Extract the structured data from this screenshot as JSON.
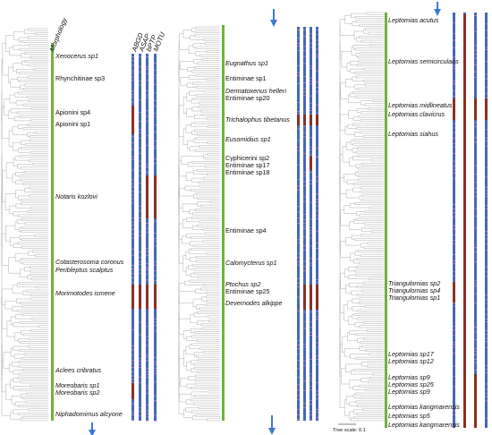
{
  "headers": {
    "morphology": "Morphology",
    "methods": [
      "ABGD",
      "ASAP",
      "bPTP",
      "MOTU"
    ]
  },
  "scale_label": "Tree scale: 0.1",
  "colors": {
    "blue": "#4468b5",
    "brown": "#8b2f22",
    "green": "#6fb33c",
    "pink": "#c784c4",
    "arrow": "#3d78d8",
    "tree": "#9a9a9a"
  },
  "panels": [
    {
      "labels": [
        {
          "text": "Xenocerus sp1",
          "italic": true
        },
        {
          "text": "Rhynchitinae sp3",
          "italic": false
        },
        {
          "text": "Apionini sp4",
          "italic": false
        },
        {
          "text": "Apionini sp1",
          "italic": false
        },
        {
          "text": "Notaris kozlovi",
          "italic": true
        },
        {
          "text": "Cotasterosoma coronus",
          "italic": true
        },
        {
          "text": "Peribleptus scalptus",
          "italic": true
        },
        {
          "text": "Morimotodes ismene",
          "italic": true
        },
        {
          "text": "Aclees cribratus",
          "italic": true
        },
        {
          "text": "Moreobaris sp1",
          "italic": true
        },
        {
          "text": "Moreobaris sp2",
          "italic": true
        },
        {
          "text": "Niphadomimus alcyone",
          "italic": true
        }
      ]
    },
    {
      "labels": [
        {
          "text": "Eugnathus sp1",
          "italic": true
        },
        {
          "text": "Entiminae sp1",
          "italic": false
        },
        {
          "text": "Dermatoxenus helleri",
          "italic": true
        },
        {
          "text": "Entiminae sp20",
          "italic": false
        },
        {
          "text": "Trichalophus tibetanus",
          "italic": true
        },
        {
          "text": "Eusomidius sp1",
          "italic": true
        },
        {
          "text": "Cyphicerini sp2",
          "italic": false
        },
        {
          "text": "Entiminae sp17",
          "italic": false
        },
        {
          "text": "Entiminae sp18",
          "italic": false
        },
        {
          "text": "Entiminae sp4",
          "italic": false
        },
        {
          "text": "Calomycterus sp1",
          "italic": true
        },
        {
          "text": "Ptochus sp2",
          "italic": true
        },
        {
          "text": "Entiminae sp25",
          "italic": false
        },
        {
          "text": "Devernodes alkippe",
          "italic": true
        }
      ]
    },
    {
      "labels": [
        {
          "text": "Leptomias acutus",
          "italic": true
        },
        {
          "text": "Leptomias semicircularis",
          "italic": true
        },
        {
          "text": "Leptomias midlineatus",
          "italic": true
        },
        {
          "text": "Leptomias clavicrus",
          "italic": true
        },
        {
          "text": "Leptomias siahus",
          "italic": true
        },
        {
          "text": "Triangulomias sp2",
          "italic": true
        },
        {
          "text": "Triangulomias sp4",
          "italic": true
        },
        {
          "text": "Triangulomias sp1",
          "italic": true
        },
        {
          "text": "Leptomias sp17",
          "italic": true
        },
        {
          "text": "Leptomias sp12",
          "italic": true
        },
        {
          "text": "Leptomias sp9",
          "italic": true
        },
        {
          "text": "Leptomias sp25",
          "italic": true
        },
        {
          "text": "Leptomias sp9",
          "italic": true
        },
        {
          "text": "Leptomias kangmarensis",
          "italic": true
        },
        {
          "text": "Leptomias sp5",
          "italic": true
        },
        {
          "text": "Leptomias kangmarensis",
          "italic": true
        }
      ]
    }
  ]
}
